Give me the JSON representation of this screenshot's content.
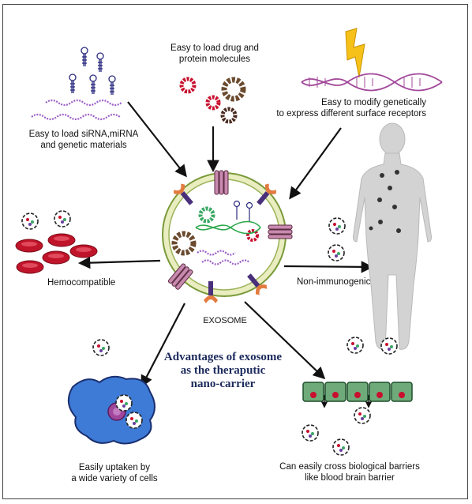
{
  "center_label": "EXOSOME",
  "title": "Advantages of exosome\nas the theraputic\nnano-carrier",
  "advantages": {
    "genetic": "Easy to load siRNA,miRNA\nand genetic materials",
    "drug": "Easy to load drug and\nprotein molecules",
    "modify": "Easy to modify genetically\nto express different surface receptors",
    "hemo": "Hemocompatible",
    "immuno": "Non-immunogenic",
    "uptake": "Easily uptaken by\na wide variety of cells",
    "barrier": "Can easily cross biological barriers\nlike blood brain barrier"
  },
  "colors": {
    "membrane": "#e9edc0",
    "rbc": "#c0142a",
    "cell": "#3e7bd6",
    "barrier": "#6faa7a",
    "title": "#1c2a5c"
  }
}
